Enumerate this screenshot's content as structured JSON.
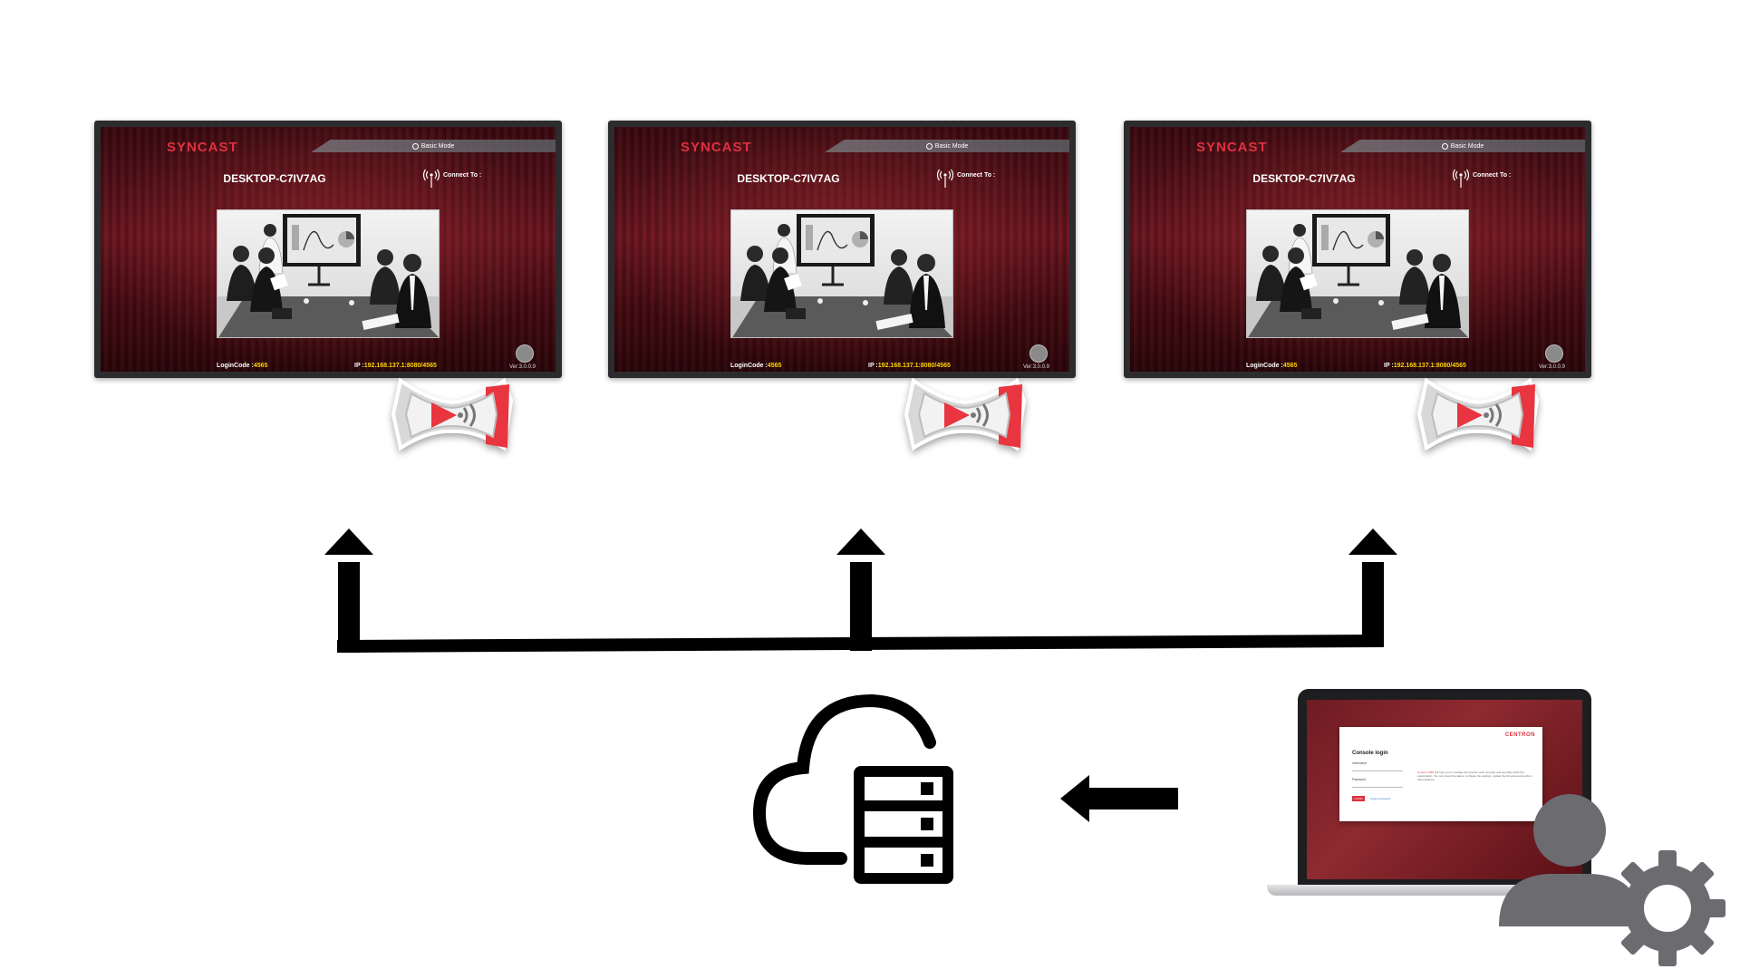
{
  "displays": [
    {
      "brand": "SYNCAST",
      "mode": "Basic Mode",
      "device_name": "DESKTOP-C7IV7AG",
      "connect_label": "Connect To :",
      "login_label": "LoginCode :",
      "login_value": "4565",
      "ip_label": "IP :",
      "ip_value": "192.168.137.1:8080/4565",
      "version": "Ver:3.0.0.9"
    },
    {
      "brand": "SYNCAST",
      "mode": "Basic Mode",
      "device_name": "DESKTOP-C7IV7AG",
      "connect_label": "Connect To :",
      "login_label": "LoginCode :",
      "login_value": "4565",
      "ip_label": "IP :",
      "ip_value": "192.168.137.1:8080/4565",
      "version": "Ver:3.0.0.9"
    },
    {
      "brand": "SYNCAST",
      "mode": "Basic Mode",
      "device_name": "DESKTOP-C7IV7AG",
      "connect_label": "Connect To :",
      "login_label": "LoginCode :",
      "login_value": "4565",
      "ip_label": "IP :",
      "ip_value": "192.168.137.1:8080/4565",
      "version": "Ver:3.0.0.9"
    }
  ],
  "console": {
    "brand": "CENTRON",
    "brand_sub": "",
    "title": "Console login",
    "username_label": "Username",
    "password_label": "Password",
    "login_button": "LOGIN",
    "forgot_link": "Forgot password",
    "description_highlight": "Centron CMS",
    "description": " will help you to manage the receiver units remotely and centrally within the organization. You can check the status, configure the settings, update the firmware and perform other features."
  },
  "icons": {
    "logo": "syncast-cast-logo-icon",
    "cloud_server": "cloud-server-icon",
    "admin": "user-gear-icon"
  },
  "colors": {
    "brand_red": "#e03040",
    "screen_dark": "#3a0a10",
    "highlight_yellow": "#ffd400",
    "admin_gray": "#6b6b70"
  }
}
